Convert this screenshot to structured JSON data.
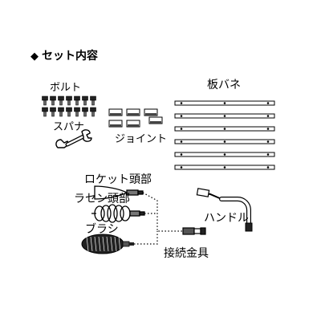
{
  "heading": {
    "marker": "◆",
    "title": "セット内容"
  },
  "parts": {
    "bolts": "ボルト",
    "wrench": "スパナ",
    "joints": "ジョイント",
    "leaf_springs": "板バネ",
    "rocket_head": "ロケット頭部",
    "spiral_head": "ラセン頭部",
    "brush": "ブラシ",
    "connector": "接続金具",
    "handle": "ハンドル"
  }
}
